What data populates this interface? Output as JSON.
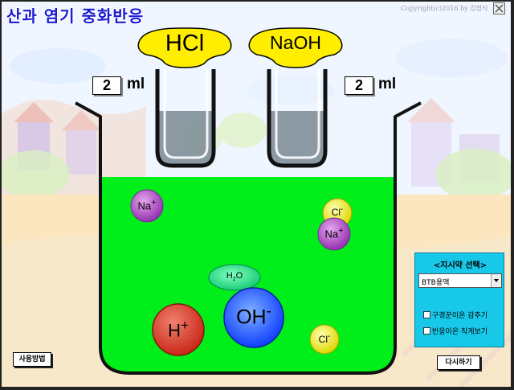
{
  "app": {
    "title": "산과 염기 중화반응",
    "copyright": "Copyright(c)2016 by 김정식"
  },
  "left_flask": {
    "label": "HCl",
    "volume": "2",
    "unit": "ml",
    "liquid_color": "#808f98"
  },
  "right_flask": {
    "label": "NaOH",
    "volume": "2",
    "unit": "ml",
    "liquid_color": "#808f98"
  },
  "beaker": {
    "solution_color": "#00ee1a"
  },
  "ions": {
    "na1": {
      "base": "Na",
      "charge": "+"
    },
    "cl1": {
      "base": "Cl",
      "charge": "-"
    },
    "na2": {
      "base": "Na",
      "charge": "+"
    },
    "water": {
      "base": "H",
      "sub": "2",
      "rest": "O"
    },
    "h": {
      "base": "H",
      "charge": "+"
    },
    "oh": {
      "base": "OH",
      "charge": "-"
    },
    "cl2": {
      "base": "Cl",
      "charge": "-"
    }
  },
  "panel": {
    "title": "<지시약 선택>",
    "selected_reagent": "BTB용액",
    "hide_spectator_label": "구경꾼이온 감추기",
    "shrink_reactant_label": "반응이온 작게보기"
  },
  "buttons": {
    "howto": "사용방법",
    "restart": "다시하기"
  },
  "colors": {
    "title": "#1a1ad0",
    "flask_cap": "#ffee00",
    "na_ion": "#b44ac8",
    "cl_ion": "#f0f020",
    "h_ion": "#e04030",
    "oh_ion": "#2a60ff",
    "water": "#28e08a",
    "panel_bg": "#18c8e8"
  }
}
